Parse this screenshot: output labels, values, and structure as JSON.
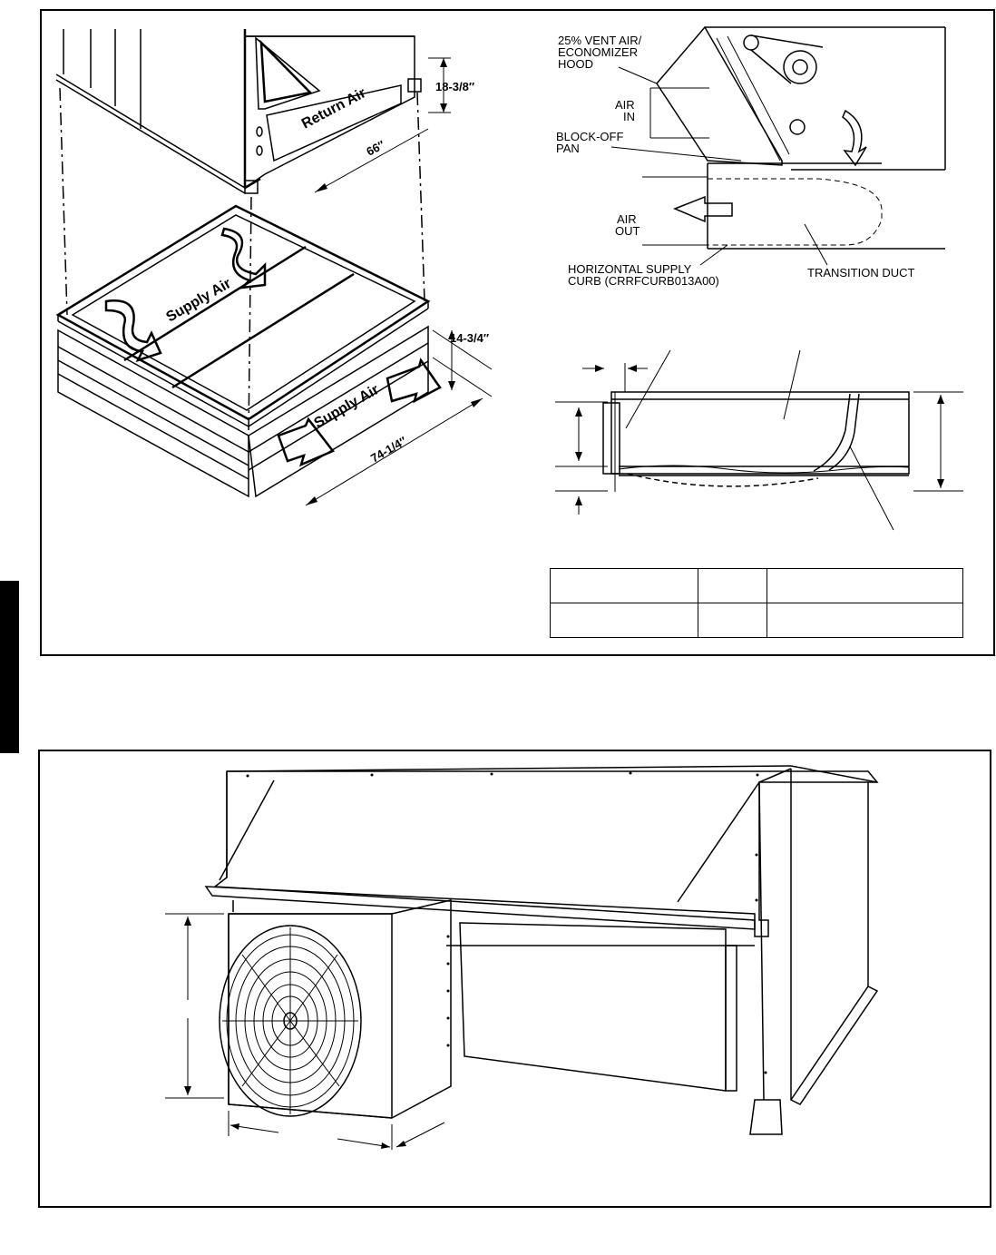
{
  "curb_figure": {
    "labels": {
      "return_air": "Return Air",
      "supply_air_top": "Supply Air",
      "supply_air_front": "Supply Air"
    },
    "dimensions": {
      "unit_height": "18-3/8″",
      "unit_width": "66″",
      "curb_height": "14-3/4″",
      "curb_length": "74-1/4″"
    }
  },
  "economizer_figure": {
    "labels": {
      "vent_hood": "25% VENT AIR/\nECONOMIZER\nHOOD",
      "air_in": "AIR\nIN",
      "block_off_pan": "BLOCK-OFF\nPAN",
      "air_out": "AIR\nOUT",
      "supply_curb": "HORIZONTAL SUPPLY\nCURB (CRRFCURB013A00)",
      "transition_duct": "TRANSITION DUCT"
    }
  },
  "spec_table": {
    "rows": [
      [
        "",
        "",
        ""
      ],
      [
        "",
        "",
        ""
      ]
    ]
  },
  "exhaust_fan_figure": {
    "description_visible_text": ""
  }
}
